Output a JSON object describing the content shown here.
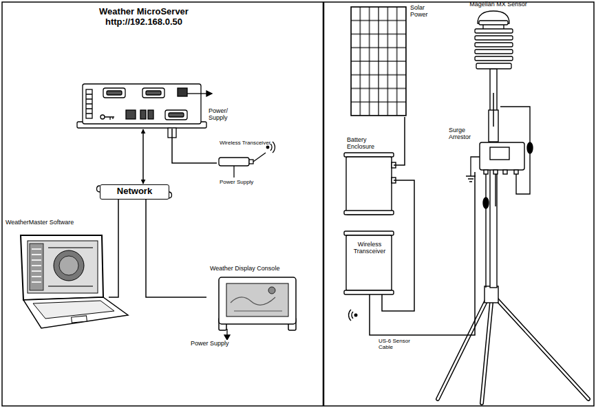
{
  "diagram": {
    "nodes": [
      {
        "text": [
          "Weather MicroServer",
          "http://192.168.0.50"
        ]
      },
      {
        "text": [
          "Network"
        ]
      },
      {
        "text": [
          "WeatherMaster Software"
        ]
      },
      {
        "text": [
          "Weather Display Console"
        ]
      },
      {
        "text": [
          "Wireless Transceiver"
        ]
      },
      {
        "text": [
          "Solar Power"
        ]
      },
      {
        "text": [
          "Battery Enclosure"
        ]
      },
      {
        "text": [
          "Wireless Transceiver"
        ]
      },
      {
        "text": [
          "Magellan MX Sensor"
        ]
      },
      {
        "text": [
          "Surge Arrestor"
        ]
      }
    ],
    "edges": [
      {
        "from": 0,
        "to": 1,
        "arrow": "both"
      },
      {
        "from": 1,
        "to": 2,
        "arrow": "none"
      },
      {
        "from": 1,
        "to": 3,
        "arrow": "none"
      },
      {
        "from": 0,
        "to": 4,
        "arrow": "none"
      },
      {
        "from": 5,
        "to": 6,
        "arrow": "none"
      },
      {
        "from": 6,
        "to": 7,
        "arrow": "none"
      },
      {
        "from": 7,
        "to": 9,
        "label": "US-6 Sensor Cable",
        "arrow": "none"
      },
      {
        "from": 8,
        "to": 9,
        "arrow": "none"
      }
    ],
    "labels": [
      "Power/ Supply",
      "Power Supply",
      "Power Supply"
    ]
  }
}
